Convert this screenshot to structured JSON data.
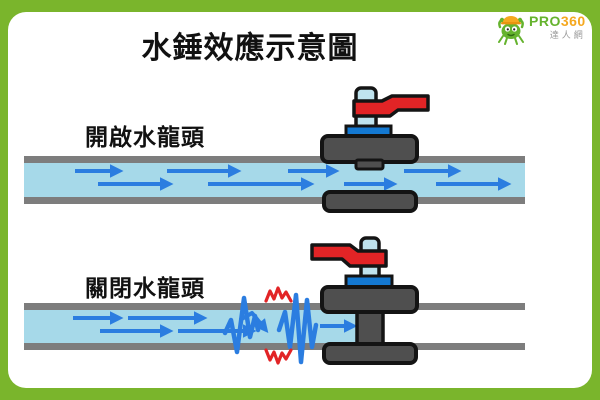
{
  "title": "水錘效應示意圖",
  "logo": {
    "pro": "PRO",
    "n360": "360",
    "subtitle": "達人網",
    "mascot": "crab-mascot-icon",
    "color_green": "#65b32e",
    "color_orange": "#f5a81f"
  },
  "sections": [
    {
      "label": "開啟水龍頭",
      "valve_state": "open",
      "flow": "water-flowing-right"
    },
    {
      "label": "關閉水龍頭",
      "valve_state": "closed",
      "flow": "shockwave-at-valve"
    }
  ],
  "colors": {
    "frame_green": "#7ab52c",
    "card_white": "#ffffff",
    "water_blue": "#a6d9e9",
    "arrow_blue": "#2b7de0",
    "pipe_wall_gray": "#7d7d7d",
    "valve_body_gray": "#4f4f4f",
    "outline_black": "#141414",
    "handle_red": "#e22426",
    "packing_band_blue": "#1479d2",
    "stem_light_blue": "#bfe3ee",
    "spark_red": "#e22426",
    "text_black": "#111111"
  }
}
